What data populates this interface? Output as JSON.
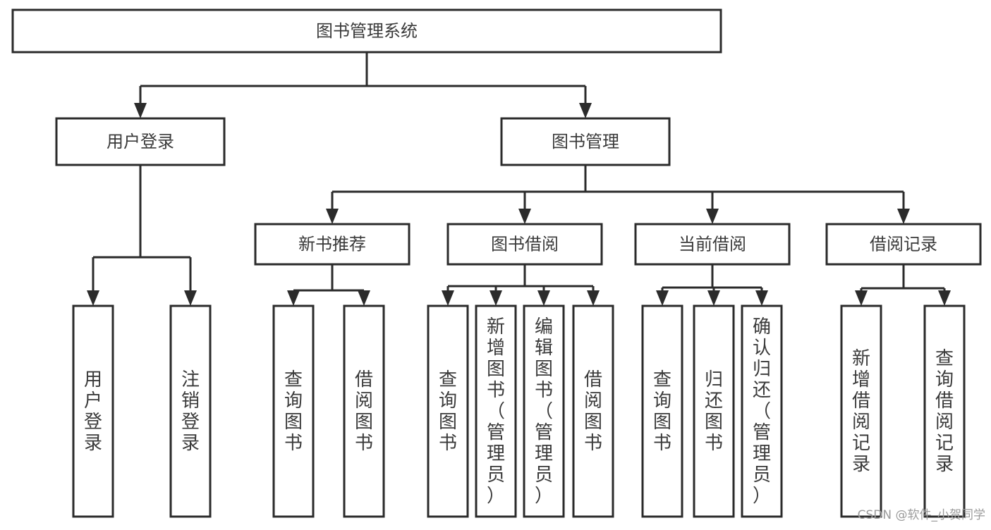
{
  "diagram": {
    "title": "图书管理系统",
    "type": "tree",
    "orientation": "top-down",
    "colors": {
      "box_stroke": "#2b2b2b",
      "box_fill": "#ffffff",
      "text": "#3a3a3a",
      "connector": "#2b2b2b",
      "watermark": "#9b9b9b"
    },
    "root": {
      "id": "root",
      "label": "图书管理系统"
    },
    "level2": [
      {
        "id": "user-login",
        "label": "用户登录"
      },
      {
        "id": "book-manage",
        "label": "图书管理"
      }
    ],
    "level3": [
      {
        "id": "new-book-recommend",
        "label": "新书推荐",
        "parent": "book-manage"
      },
      {
        "id": "book-borrow",
        "label": "图书借阅",
        "parent": "book-manage"
      },
      {
        "id": "current-borrow",
        "label": "当前借阅",
        "parent": "book-manage"
      },
      {
        "id": "borrow-record",
        "label": "借阅记录",
        "parent": "book-manage"
      }
    ],
    "leaves": [
      {
        "id": "leaf-user-login",
        "label": "用户登录",
        "parent": "user-login"
      },
      {
        "id": "leaf-user-logout",
        "label": "注销登录",
        "parent": "user-login"
      },
      {
        "id": "leaf-query-book-1",
        "label": "查询图书",
        "parent": "new-book-recommend"
      },
      {
        "id": "leaf-borrow-book-1",
        "label": "借阅图书",
        "parent": "new-book-recommend"
      },
      {
        "id": "leaf-query-book-2",
        "label": "查询图书",
        "parent": "book-borrow"
      },
      {
        "id": "leaf-add-book",
        "label": "新增图书（管理员）",
        "parent": "book-borrow"
      },
      {
        "id": "leaf-edit-book",
        "label": "编辑图书（管理员）",
        "parent": "book-borrow"
      },
      {
        "id": "leaf-borrow-book-2",
        "label": "借阅图书",
        "parent": "book-borrow"
      },
      {
        "id": "leaf-query-book-3",
        "label": "查询图书",
        "parent": "current-borrow"
      },
      {
        "id": "leaf-return-book",
        "label": "归还图书",
        "parent": "current-borrow"
      },
      {
        "id": "leaf-confirm-return",
        "label": "确认归还（管理员）",
        "parent": "current-borrow"
      },
      {
        "id": "leaf-add-record",
        "label": "新增借阅记录",
        "parent": "borrow-record"
      },
      {
        "id": "leaf-query-record",
        "label": "查询借阅记录",
        "parent": "borrow-record"
      }
    ]
  },
  "watermark": {
    "text": "CSDN @软件_小贺同学"
  }
}
